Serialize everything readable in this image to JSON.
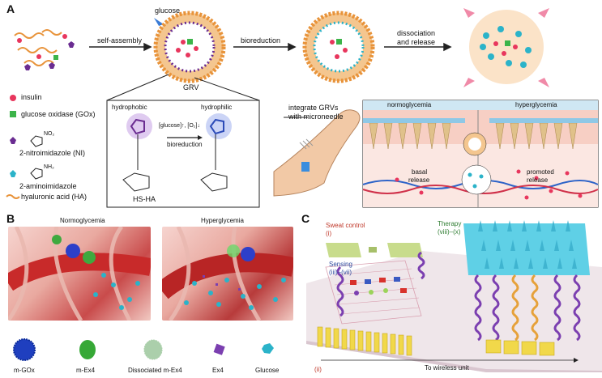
{
  "panel_a": {
    "letter": "A",
    "glucose": "glucose",
    "self_assembly": "self-assembly",
    "grv": "GRV",
    "bioreduction": "bioreduction",
    "dissociation_line1": "dissociation",
    "dissociation_line2": "and release",
    "legend": {
      "insulin": "insulin",
      "gox": "glucose oxidase (GOx)",
      "ni": "2-nitroimidazole (NI)",
      "amino": "2-aminoimidazole",
      "ha": "hyaluronic acid (HA)",
      "no2": "NO₂",
      "nh2": "NH₂"
    },
    "mechanism": {
      "hydrophobic": "hydrophobic",
      "hydrophilic": "hydrophilic",
      "condition": "[glucose]↑, [O₂]↓",
      "bioreduction": "bioreduction",
      "hs_ha": "HS-HA"
    },
    "integrate_line1": "integrate GRVs",
    "integrate_line2": "with microneedle",
    "normoglycemia": "normoglycemia",
    "hyperglycemia": "hyperglycemia",
    "basal_line1": "basal",
    "basal_line2": "release",
    "promoted_line1": "promoted",
    "promoted_line2": "release"
  },
  "panel_b": {
    "letter": "B",
    "normoglycemia": "Normoglycemia",
    "hyperglycemia": "Hyperglycemia",
    "legend": [
      "m-GOx",
      "m-Ex4",
      "Dissociated m-Ex4",
      "Ex4",
      "Glucose"
    ]
  },
  "panel_c": {
    "letter": "C",
    "sweat_control": "Sweat control",
    "sweat_num": "(i)",
    "sensing": "Sensing",
    "sensing_num": "(iii)–(vii)",
    "therapy": "Therapy",
    "therapy_num": "(viii)–(x)",
    "bottom_num": "(ii)",
    "wireless": "To wireless unit"
  },
  "colors": {
    "insulin": "#e8365d",
    "gox": "#3cb44a",
    "ni": "#6a2c91",
    "amino": "#2bb3c9",
    "ha_chain": "#e8933a",
    "sweat_red": "#c0392b",
    "sensing_blue": "#2e4a9e",
    "therapy_green": "#2f7d32"
  }
}
